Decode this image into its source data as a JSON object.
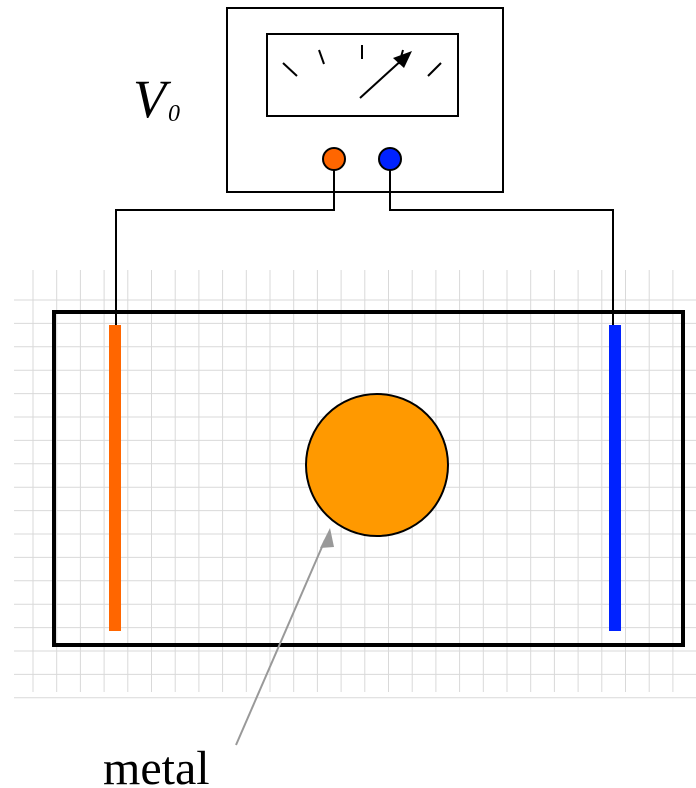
{
  "voltmeter": {
    "symbol": "V",
    "subscript": "0",
    "terminals": [
      {
        "name": "left-terminal",
        "color": "#ff6600"
      },
      {
        "name": "right-terminal",
        "color": "#0022ff"
      }
    ]
  },
  "electrodes": {
    "left_color": "#ff6600",
    "right_color": "#0022ff"
  },
  "conductor": {
    "fill": "#ff9900",
    "label": "metal"
  },
  "colors": {
    "grid": "#d9d9d9",
    "outline": "#000000",
    "pointer_arrow": "#999999"
  }
}
